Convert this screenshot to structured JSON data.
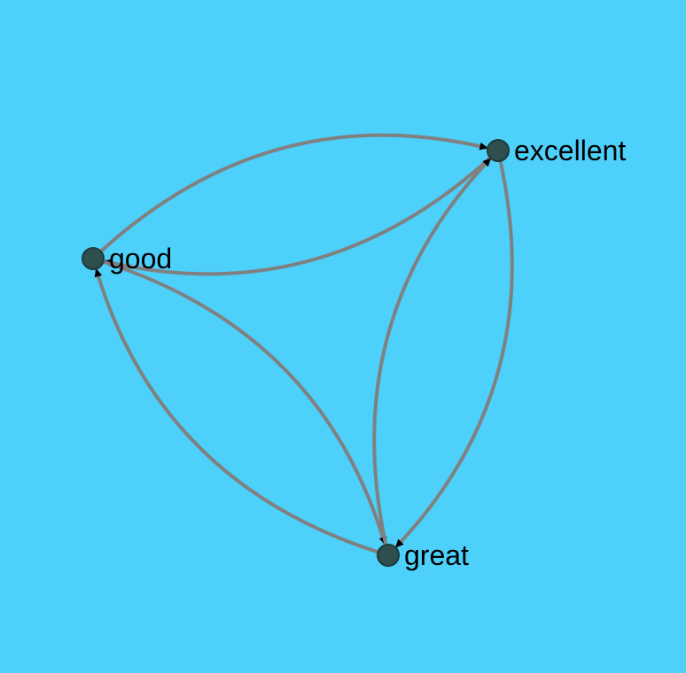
{
  "graph": {
    "colors": {
      "background": "#4dd0fa",
      "edge": "#808080",
      "arrowhead": "#000000",
      "node_fill": "#2f4f4f",
      "node_stroke": "#1f3a3a",
      "label": "#000000"
    },
    "nodes": [
      {
        "id": "excellent",
        "label": "excellent"
      },
      {
        "id": "good",
        "label": "good"
      },
      {
        "id": "great",
        "label": "great"
      }
    ],
    "edges": [
      {
        "source": "good",
        "target": "excellent"
      },
      {
        "source": "excellent",
        "target": "good"
      },
      {
        "source": "good",
        "target": "great"
      },
      {
        "source": "great",
        "target": "good"
      },
      {
        "source": "excellent",
        "target": "great"
      },
      {
        "source": "great",
        "target": "excellent"
      }
    ]
  }
}
